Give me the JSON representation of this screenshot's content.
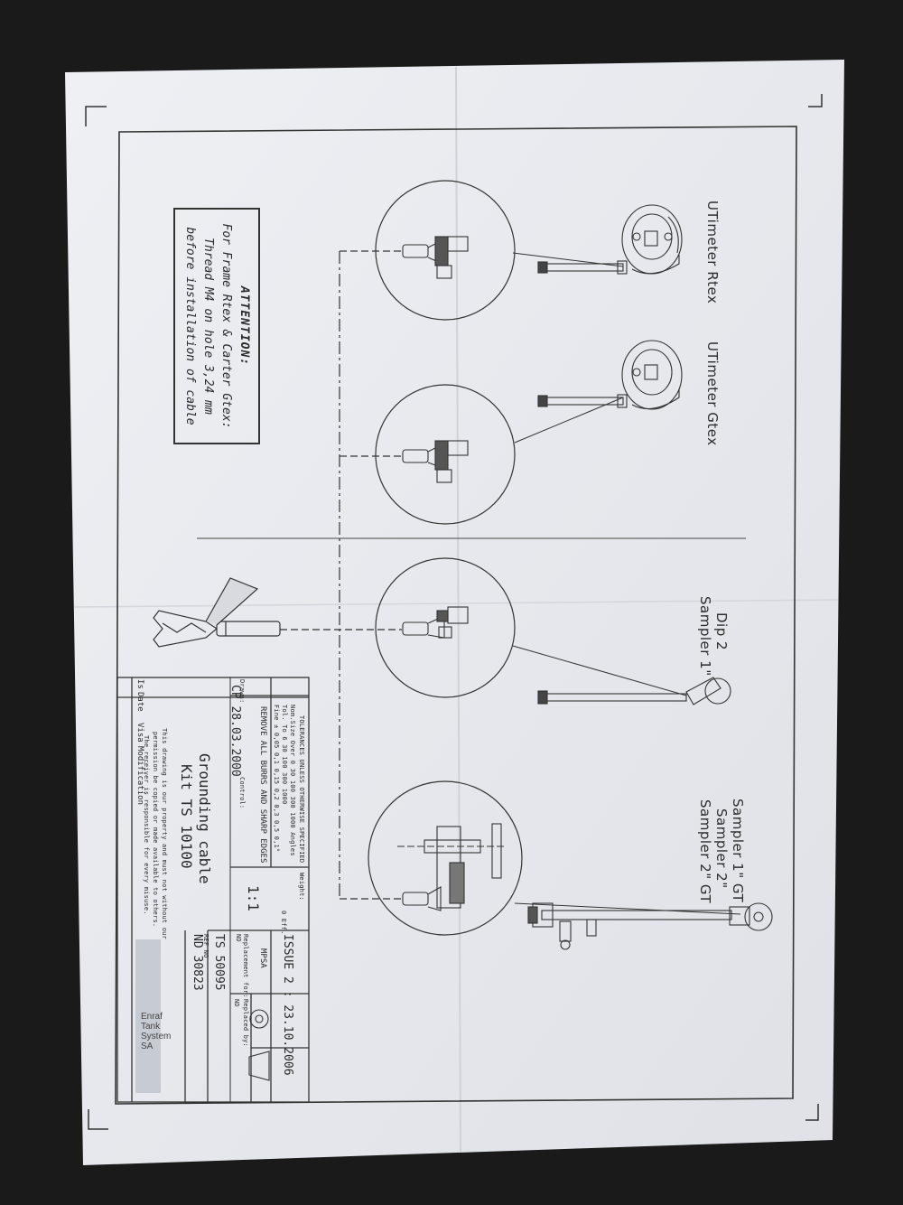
{
  "instruments": {
    "rtex": "UTimeter Rtex",
    "gtex": "UTimeter Gtex",
    "dip2": "Dip 2",
    "sampler1": "Sampler 1\"",
    "sampler1gt": "Sampler 1\" GT",
    "sampler2": "Sampler 2\"",
    "sampler2gt": "Sampler 2\" GT"
  },
  "attention": {
    "title": "ATTENTION:",
    "line1": "For Frame Rtex & Carter Gtex:",
    "line2": "Thread M4 on hole 3,24 mm",
    "line3": "before installation of cable"
  },
  "title_block": {
    "rev_headers": [
      "Is",
      "Date",
      "Visa",
      "Modification"
    ],
    "tolerances_title": "TOLERANCES UNLESS OTHERWISE SPECIFIED",
    "tol_row1": "Nom.Size  Over  0  30  100  300  1000  Angles",
    "tol_row2": "Tol.  To  6  30  100  300  1000",
    "tol_row3": "Fine  ±  0,05 0,1 0,15 0,2 0,3 0,5  0,1°",
    "remove_burrs": "REMOVE ALL BURRS AND SHARP EDGES",
    "drawn_label": "Drawn:",
    "drawn_value": "CP  28.03.2000",
    "control_label": "Control:",
    "weight_label": "Weight:",
    "title_line1": "Grounding cable",
    "title_line2": "Kit TS 10100",
    "scale": "1:1",
    "issue": "ISSUE 2 : 23.10.2006",
    "eff": "0 Eff.",
    "replacement_label": "Replacement for:",
    "replacement_value": "ND",
    "replaced_label": "Replaced by:",
    "replaced_value": "ND",
    "mpsa": "MPSA",
    "ts_number": "TS 50095",
    "nd_number": "ND 30823",
    "ref_label": "REF NO",
    "notice1": "This drawing is our property and must not without our",
    "notice2": "permission be copied or made available to others.",
    "notice3": "The receiver is responsible for every misuse.",
    "company": "Enraf Tank System SA"
  }
}
